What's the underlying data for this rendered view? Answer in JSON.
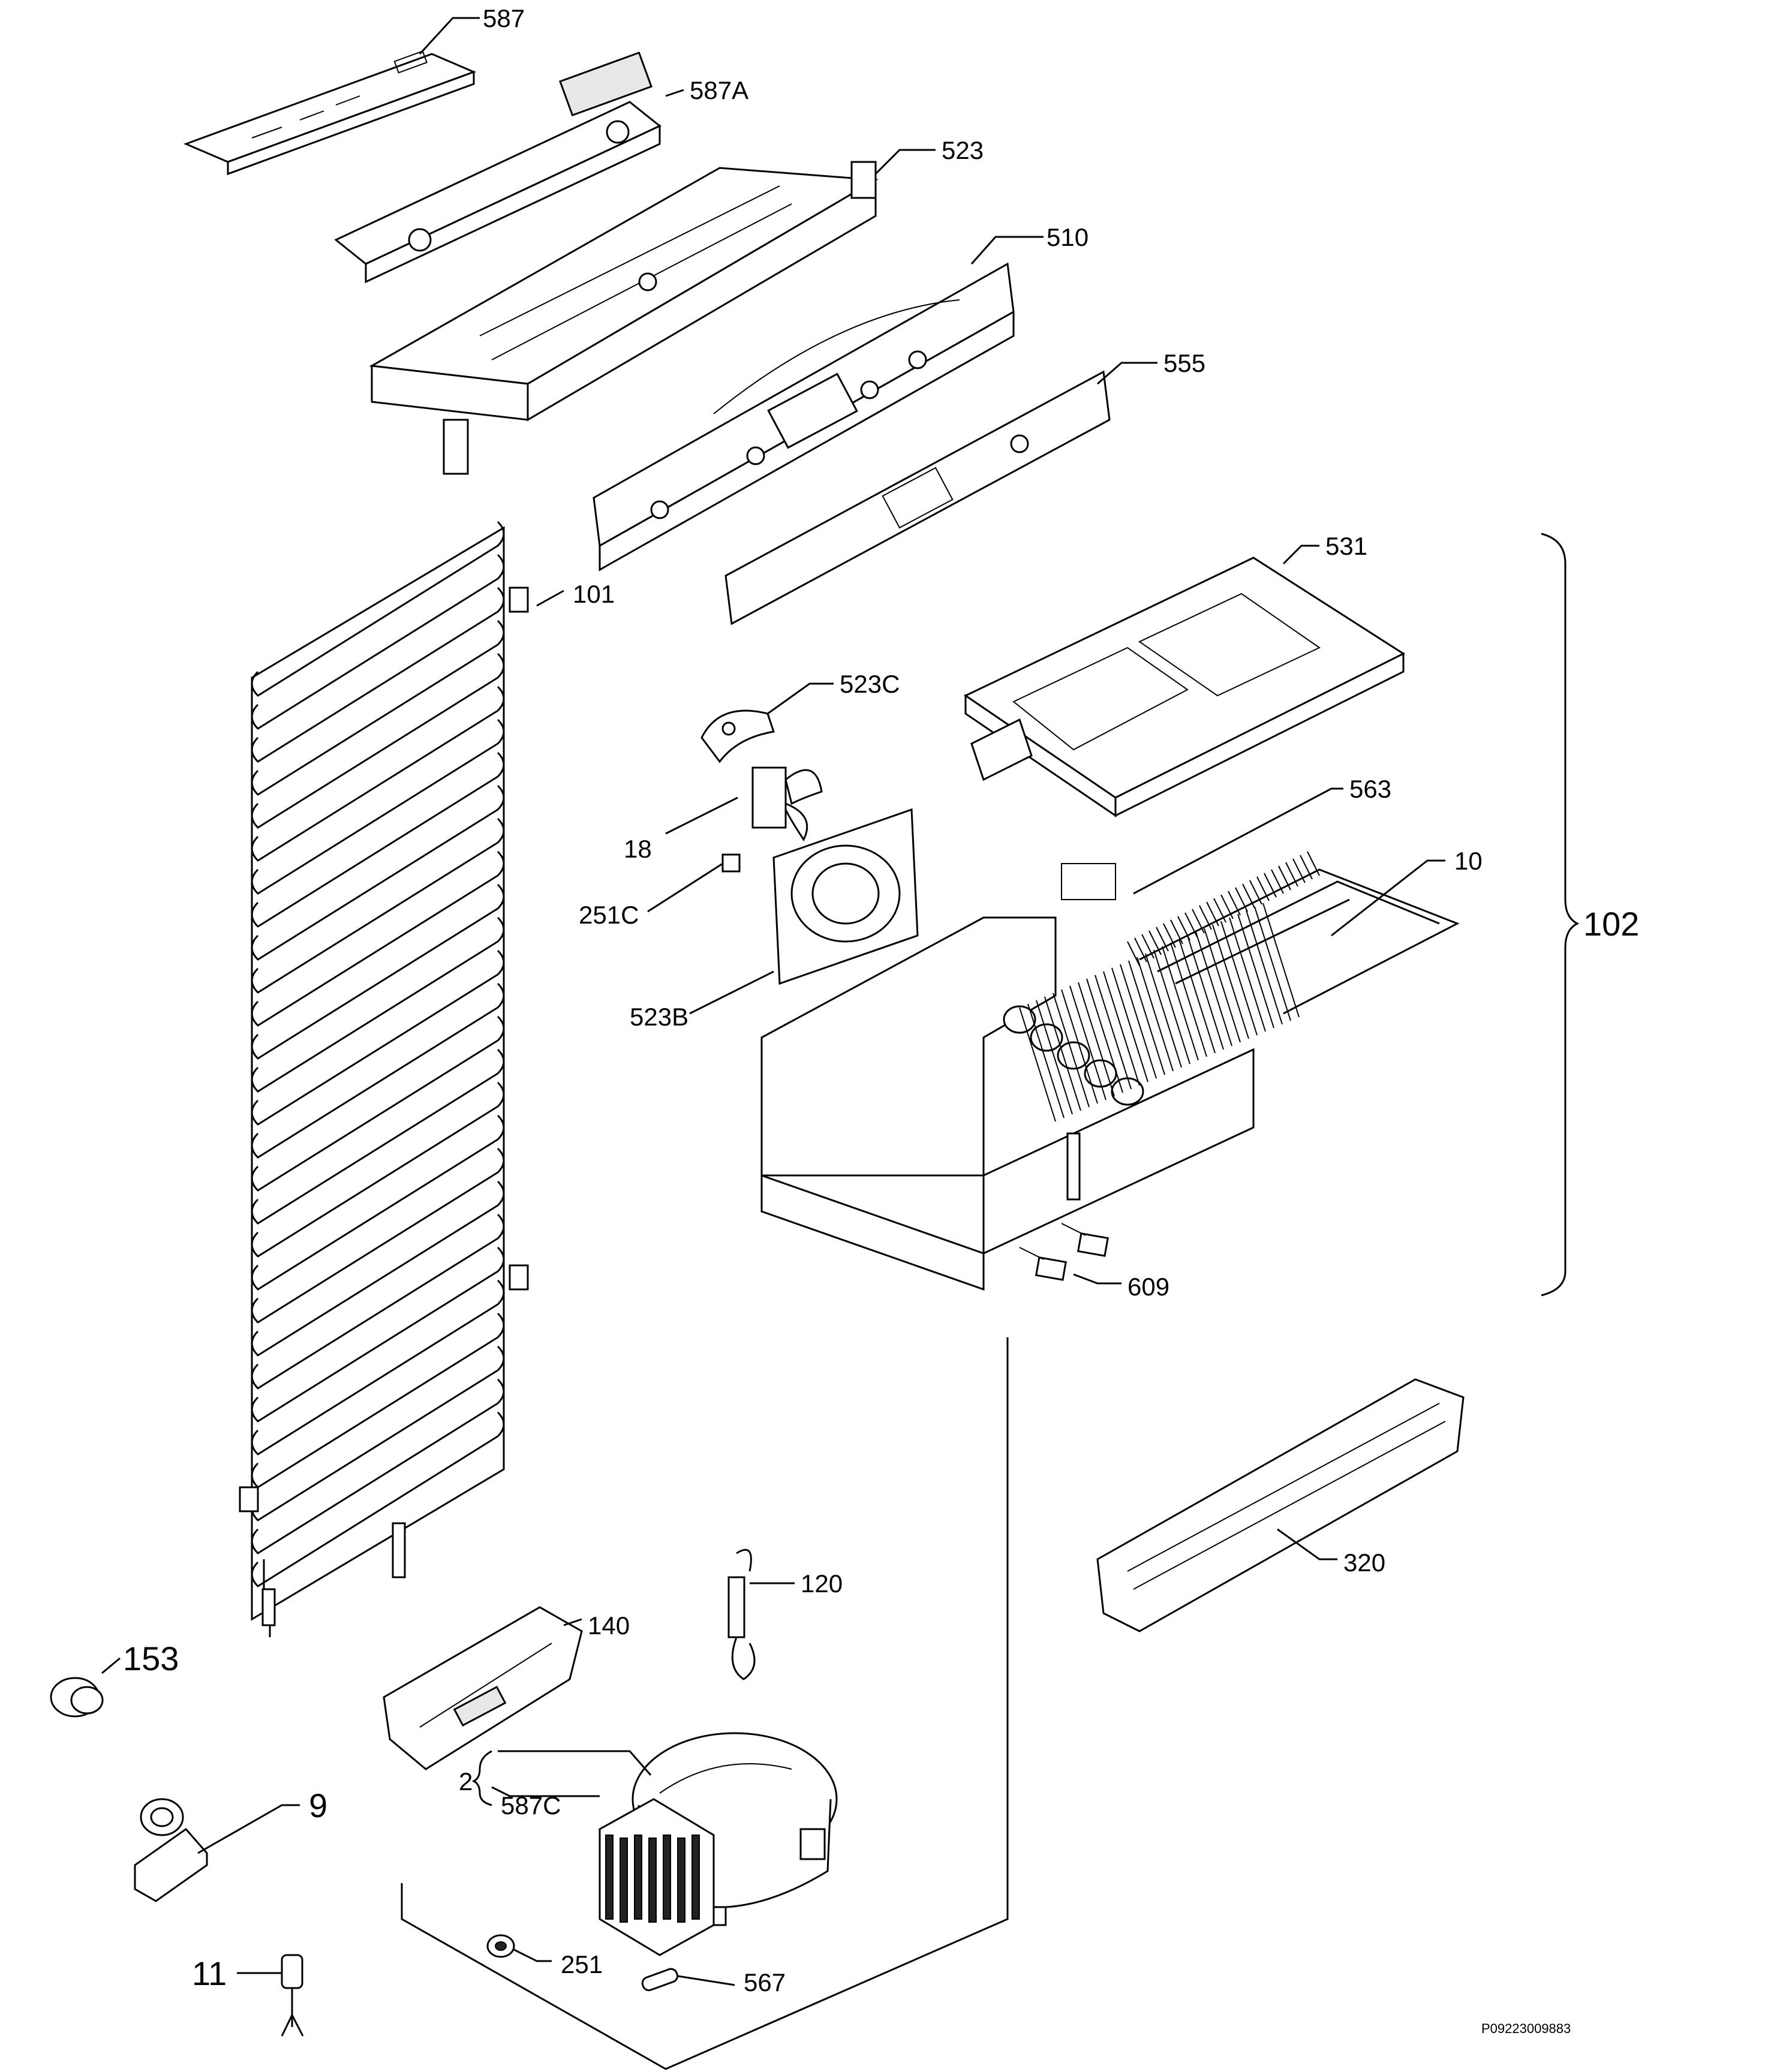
{
  "diagram": {
    "ref_code": "P09223009883",
    "parts": [
      {
        "id": "p587",
        "label": "587"
      },
      {
        "id": "p587a",
        "label": "587A"
      },
      {
        "id": "p523",
        "label": "523"
      },
      {
        "id": "p510",
        "label": "510"
      },
      {
        "id": "p555",
        "label": "555"
      },
      {
        "id": "p531",
        "label": "531"
      },
      {
        "id": "p101",
        "label": "101"
      },
      {
        "id": "p523c",
        "label": "523C"
      },
      {
        "id": "p18",
        "label": "18"
      },
      {
        "id": "p563",
        "label": "563"
      },
      {
        "id": "p10",
        "label": "10"
      },
      {
        "id": "p251c",
        "label": "251C"
      },
      {
        "id": "p102",
        "label": "102"
      },
      {
        "id": "p523b",
        "label": "523B"
      },
      {
        "id": "p609",
        "label": "609"
      },
      {
        "id": "p320",
        "label": "320"
      },
      {
        "id": "p120",
        "label": "120"
      },
      {
        "id": "p140",
        "label": "140"
      },
      {
        "id": "p153",
        "label": "153"
      },
      {
        "id": "p2",
        "label": "2"
      },
      {
        "id": "p587c",
        "label": "587C"
      },
      {
        "id": "p9",
        "label": "9"
      },
      {
        "id": "p251",
        "label": "251"
      },
      {
        "id": "p567",
        "label": "567"
      },
      {
        "id": "p11",
        "label": "11"
      }
    ]
  }
}
